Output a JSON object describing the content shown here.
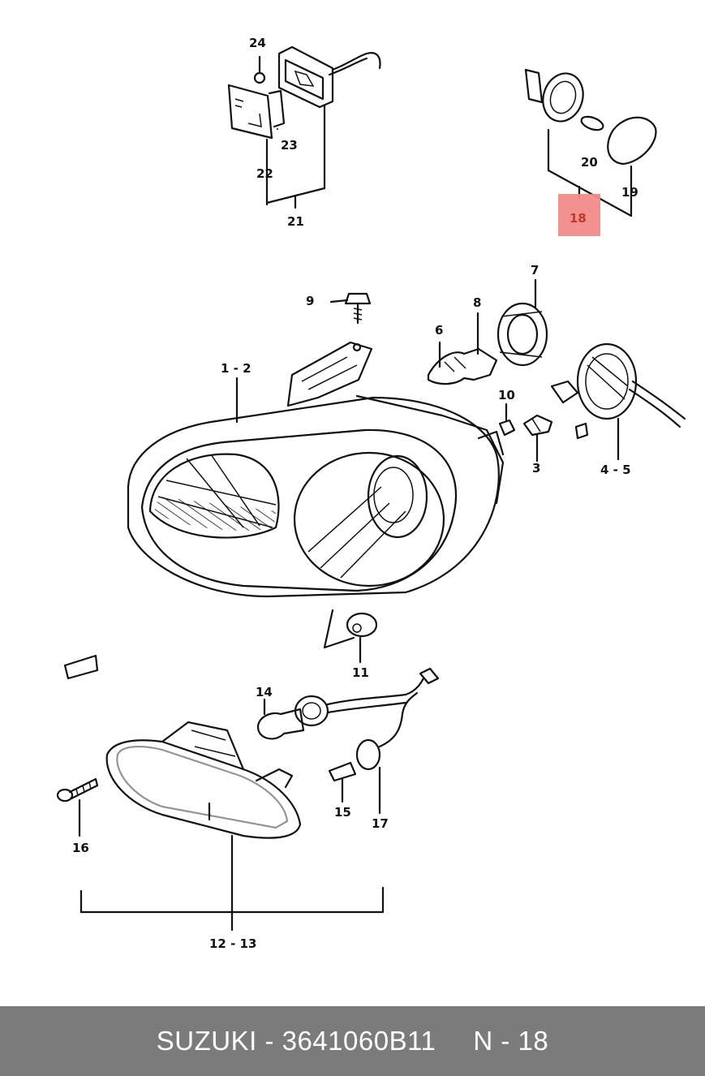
{
  "diagram": {
    "labels": {
      "l24": "24",
      "l23": "23",
      "l22": "22",
      "l21": "21",
      "l20": "20",
      "l19": "19",
      "l18": "18",
      "l9": "9",
      "l7": "7",
      "l8": "8",
      "l6": "6",
      "l1_2": "1 - 2",
      "l10": "10",
      "l3": "3",
      "l4_5": "4 - 5",
      "l11": "11",
      "l14": "14",
      "l15": "15",
      "l17": "17",
      "l16": "16",
      "l12_13": "12 - 13"
    },
    "highlight_color": "#f28b8b"
  },
  "footer": {
    "brand_part": "SUZUKI - 3641060B11",
    "ref": "N - 18"
  }
}
